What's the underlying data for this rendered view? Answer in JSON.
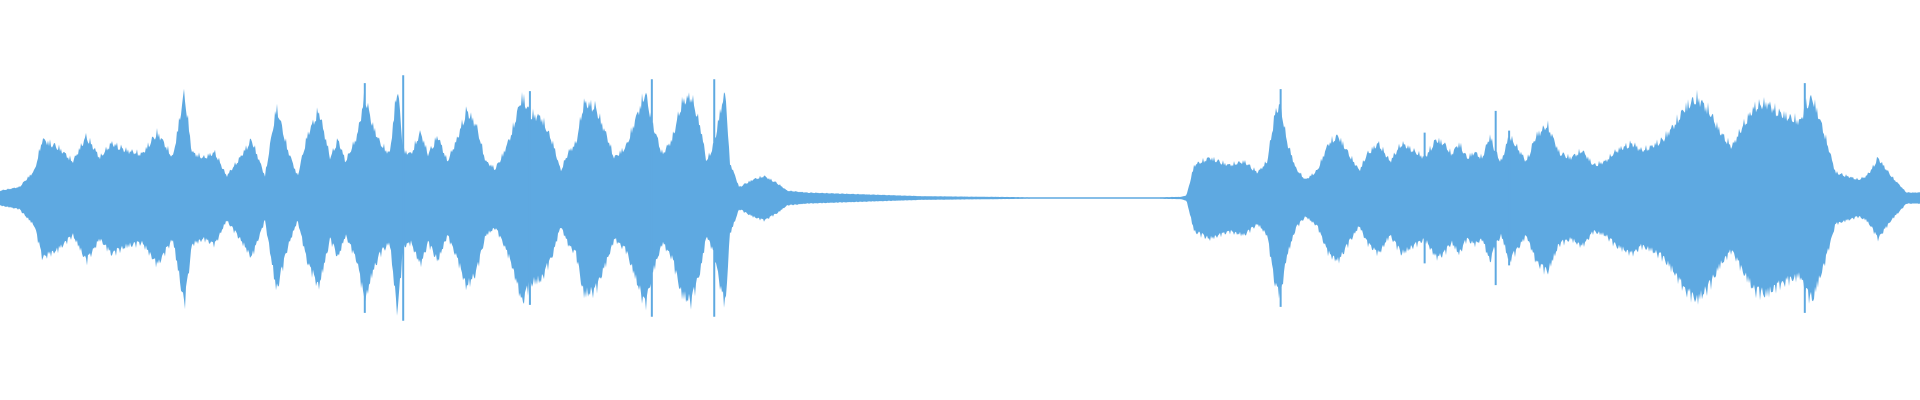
{
  "waveform": {
    "color": "#5ea9e1",
    "background": "#ffffff",
    "envelope": {
      "t": [
        0.0,
        0.01,
        0.018,
        0.022,
        0.03,
        0.038,
        0.045,
        0.052,
        0.058,
        0.066,
        0.074,
        0.082,
        0.09,
        0.096,
        0.1,
        0.106,
        0.112,
        0.118,
        0.125,
        0.131,
        0.138,
        0.144,
        0.15,
        0.155,
        0.16,
        0.166,
        0.172,
        0.176,
        0.18,
        0.186,
        0.19,
        0.194,
        0.198,
        0.203,
        0.207,
        0.21,
        0.214,
        0.219,
        0.223,
        0.228,
        0.233,
        0.238,
        0.243,
        0.248,
        0.253,
        0.258,
        0.262,
        0.266,
        0.272,
        0.276,
        0.282,
        0.288,
        0.292,
        0.296,
        0.3,
        0.304,
        0.31,
        0.316,
        0.32,
        0.326,
        0.332,
        0.336,
        0.34,
        0.345,
        0.35,
        0.355,
        0.36,
        0.365,
        0.368,
        0.372,
        0.376,
        0.378,
        0.38,
        0.385,
        0.392,
        0.398,
        0.405,
        0.41,
        0.415,
        0.42,
        0.48,
        0.54,
        0.6,
        0.615,
        0.618,
        0.622,
        0.63,
        0.64,
        0.648,
        0.655,
        0.66,
        0.664,
        0.667,
        0.67,
        0.675,
        0.68,
        0.686,
        0.692,
        0.697,
        0.702,
        0.708,
        0.712,
        0.718,
        0.724,
        0.73,
        0.736,
        0.742,
        0.748,
        0.752,
        0.756,
        0.76,
        0.764,
        0.768,
        0.772,
        0.776,
        0.779,
        0.782,
        0.786,
        0.79,
        0.795,
        0.8,
        0.806,
        0.812,
        0.818,
        0.824,
        0.83,
        0.836,
        0.842,
        0.846,
        0.85,
        0.855,
        0.86,
        0.866,
        0.872,
        0.878,
        0.884,
        0.89,
        0.896,
        0.902,
        0.908,
        0.914,
        0.92,
        0.926,
        0.932,
        0.938,
        0.94,
        0.944,
        0.95,
        0.956,
        0.962,
        0.968,
        0.972,
        0.975,
        0.978,
        0.985,
        0.993,
        1.0
      ],
      "a": [
        0.04,
        0.06,
        0.15,
        0.32,
        0.28,
        0.2,
        0.34,
        0.22,
        0.3,
        0.26,
        0.24,
        0.36,
        0.22,
        0.58,
        0.25,
        0.22,
        0.25,
        0.12,
        0.22,
        0.32,
        0.12,
        0.5,
        0.26,
        0.12,
        0.34,
        0.48,
        0.22,
        0.32,
        0.2,
        0.34,
        0.56,
        0.4,
        0.3,
        0.24,
        0.62,
        0.26,
        0.24,
        0.36,
        0.24,
        0.34,
        0.2,
        0.32,
        0.48,
        0.4,
        0.2,
        0.16,
        0.24,
        0.34,
        0.56,
        0.46,
        0.44,
        0.3,
        0.15,
        0.25,
        0.3,
        0.52,
        0.5,
        0.34,
        0.22,
        0.28,
        0.46,
        0.58,
        0.4,
        0.24,
        0.32,
        0.52,
        0.56,
        0.38,
        0.2,
        0.3,
        0.52,
        0.57,
        0.2,
        0.06,
        0.1,
        0.12,
        0.08,
        0.04,
        0.035,
        0.03,
        0.01,
        0.004,
        0.004,
        0.006,
        0.015,
        0.18,
        0.22,
        0.18,
        0.2,
        0.14,
        0.2,
        0.46,
        0.52,
        0.32,
        0.16,
        0.1,
        0.15,
        0.3,
        0.34,
        0.25,
        0.15,
        0.24,
        0.3,
        0.2,
        0.3,
        0.26,
        0.22,
        0.32,
        0.3,
        0.24,
        0.3,
        0.22,
        0.25,
        0.22,
        0.34,
        0.25,
        0.2,
        0.34,
        0.28,
        0.2,
        0.34,
        0.4,
        0.25,
        0.22,
        0.26,
        0.18,
        0.2,
        0.26,
        0.28,
        0.3,
        0.26,
        0.28,
        0.32,
        0.4,
        0.5,
        0.55,
        0.48,
        0.36,
        0.28,
        0.4,
        0.5,
        0.52,
        0.47,
        0.44,
        0.42,
        0.5,
        0.55,
        0.36,
        0.14,
        0.12,
        0.1,
        0.12,
        0.16,
        0.22,
        0.12,
        0.03,
        0.03,
        0.04,
        0.02
      ]
    },
    "spikes": [
      {
        "t": 0.19,
        "a": 0.58
      },
      {
        "t": 0.21,
        "a": 0.62
      },
      {
        "t": 0.276,
        "a": 0.54
      },
      {
        "t": 0.3395,
        "a": 0.6
      },
      {
        "t": 0.372,
        "a": 0.6
      },
      {
        "t": 0.667,
        "a": 0.55
      },
      {
        "t": 0.742,
        "a": 0.33
      },
      {
        "t": 0.779,
        "a": 0.44
      },
      {
        "t": 0.786,
        "a": 0.34
      },
      {
        "t": 0.94,
        "a": 0.58
      }
    ]
  }
}
